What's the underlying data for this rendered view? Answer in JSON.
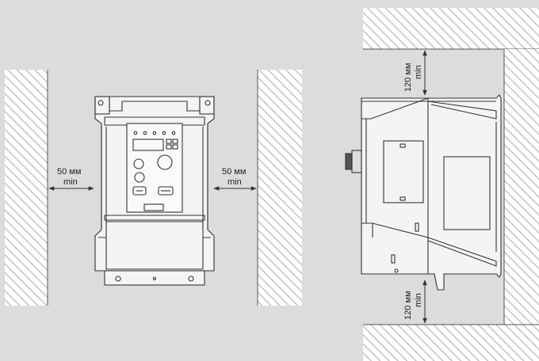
{
  "labels": {
    "left_clearance_value": "50 мм",
    "left_clearance_suffix": "min",
    "right_clearance_value": "50 мм",
    "right_clearance_suffix": "min",
    "top_clearance_value": "120 мм",
    "top_clearance_suffix": "min",
    "bottom_clearance_value": "120 мм",
    "bottom_clearance_suffix": "min"
  },
  "colors": {
    "background": "#dcdcdc",
    "hatch_fill": "#ffffff",
    "hatch_line": "#c4c4c4",
    "outline": "#333333",
    "device_fill": "#f4f4f4"
  },
  "icons": [
    "hatched-wall",
    "dimension-arrow",
    "frequency-inverter-front",
    "frequency-inverter-side"
  ]
}
